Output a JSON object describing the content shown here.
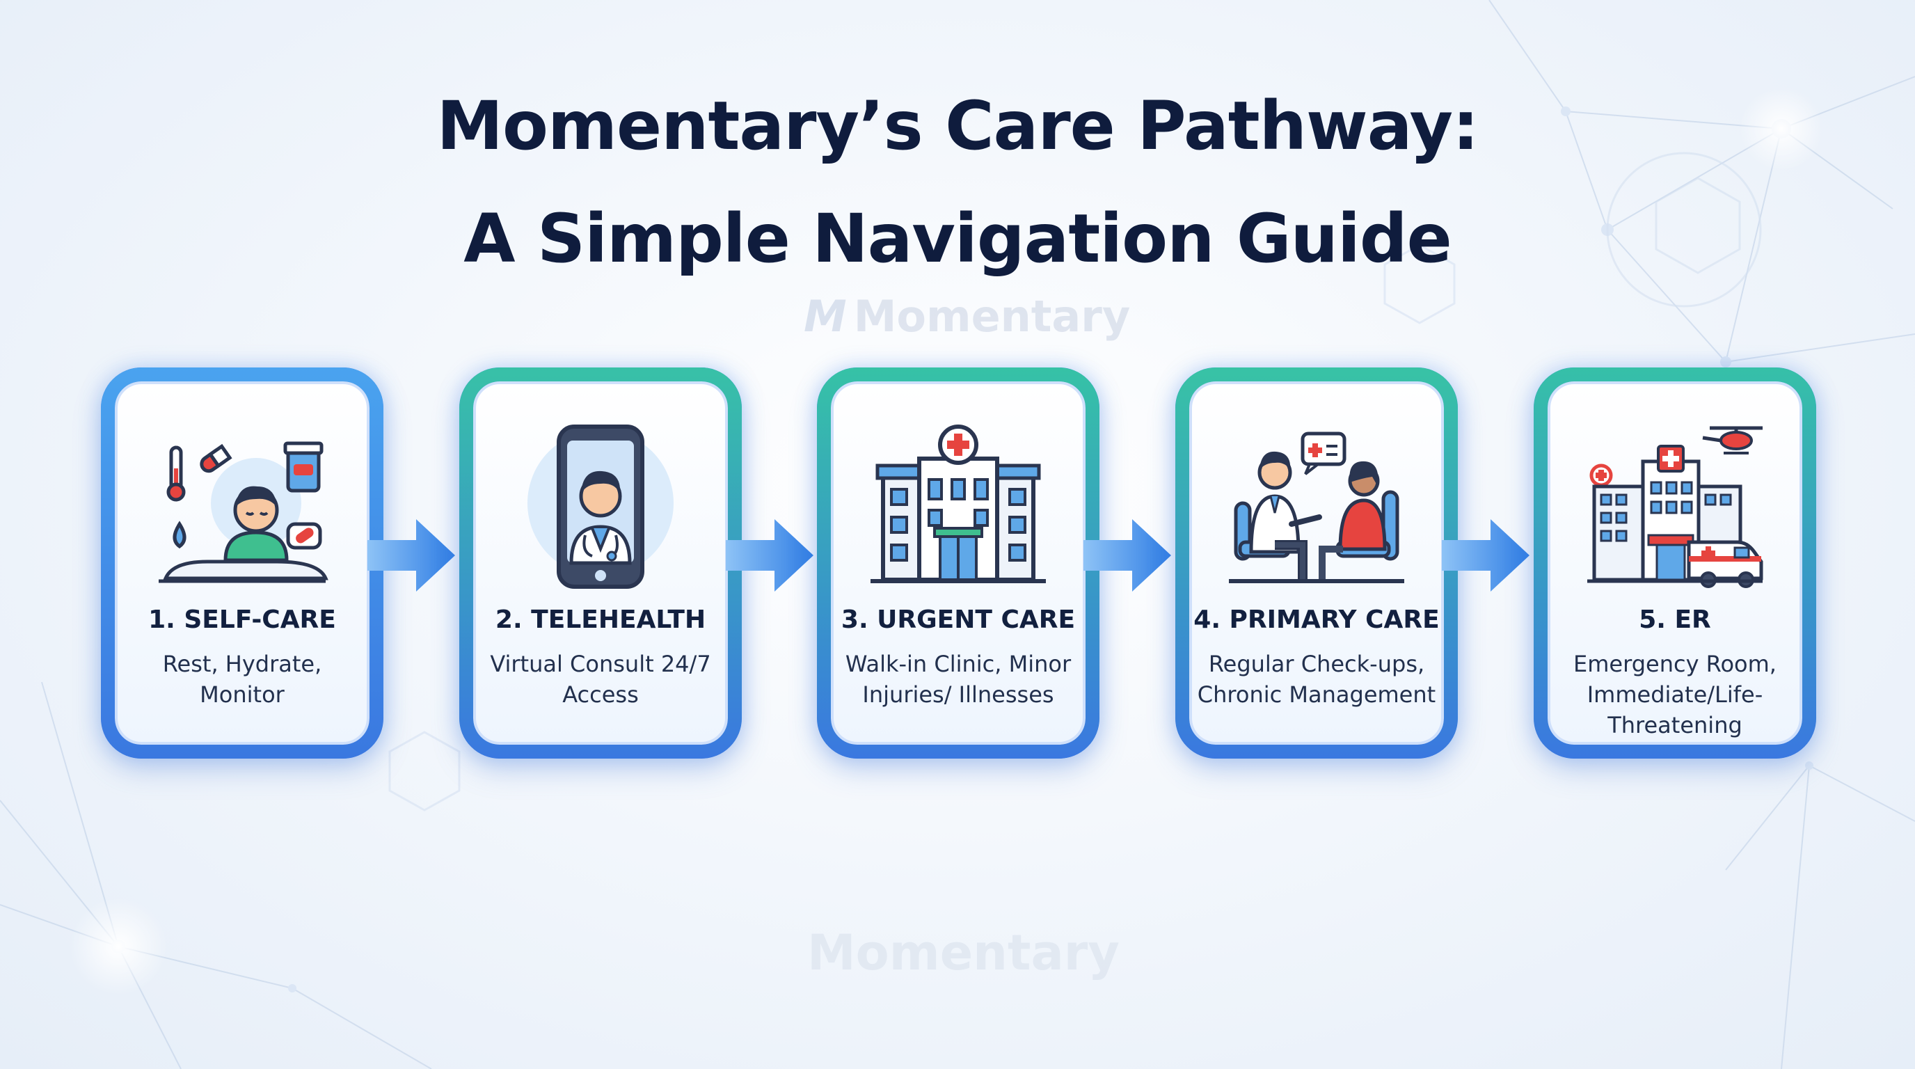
{
  "title": {
    "line1": "Momentary’s Care Pathway:",
    "line2": "A Simple Navigation Guide"
  },
  "watermarks": [
    "Momentary",
    "Momentary"
  ],
  "steps": [
    {
      "title": "1. SELF-CARE",
      "description": "Rest, Hydrate, Monitor",
      "icon": "patient-resting-icon"
    },
    {
      "title": "2. TELEHEALTH",
      "description": "Virtual Consult 24/7 Access",
      "icon": "phone-doctor-icon"
    },
    {
      "title": "3. URGENT CARE",
      "description": "Walk-in Clinic, Minor Injuries/ Illnesses",
      "icon": "clinic-building-icon"
    },
    {
      "title": "4. PRIMARY CARE",
      "description": "Regular Check-ups, Chronic Management",
      "icon": "doctor-consultation-icon"
    },
    {
      "title": "5. ER",
      "description": "Emergency Room, Immediate/Life-Threatening",
      "icon": "hospital-ambulance-icon"
    }
  ],
  "colors": {
    "title": "#0f1c3d",
    "card_border": "#3f7ee6",
    "card_border_top": "#38c1a7",
    "arrow": "#3a86e8"
  }
}
